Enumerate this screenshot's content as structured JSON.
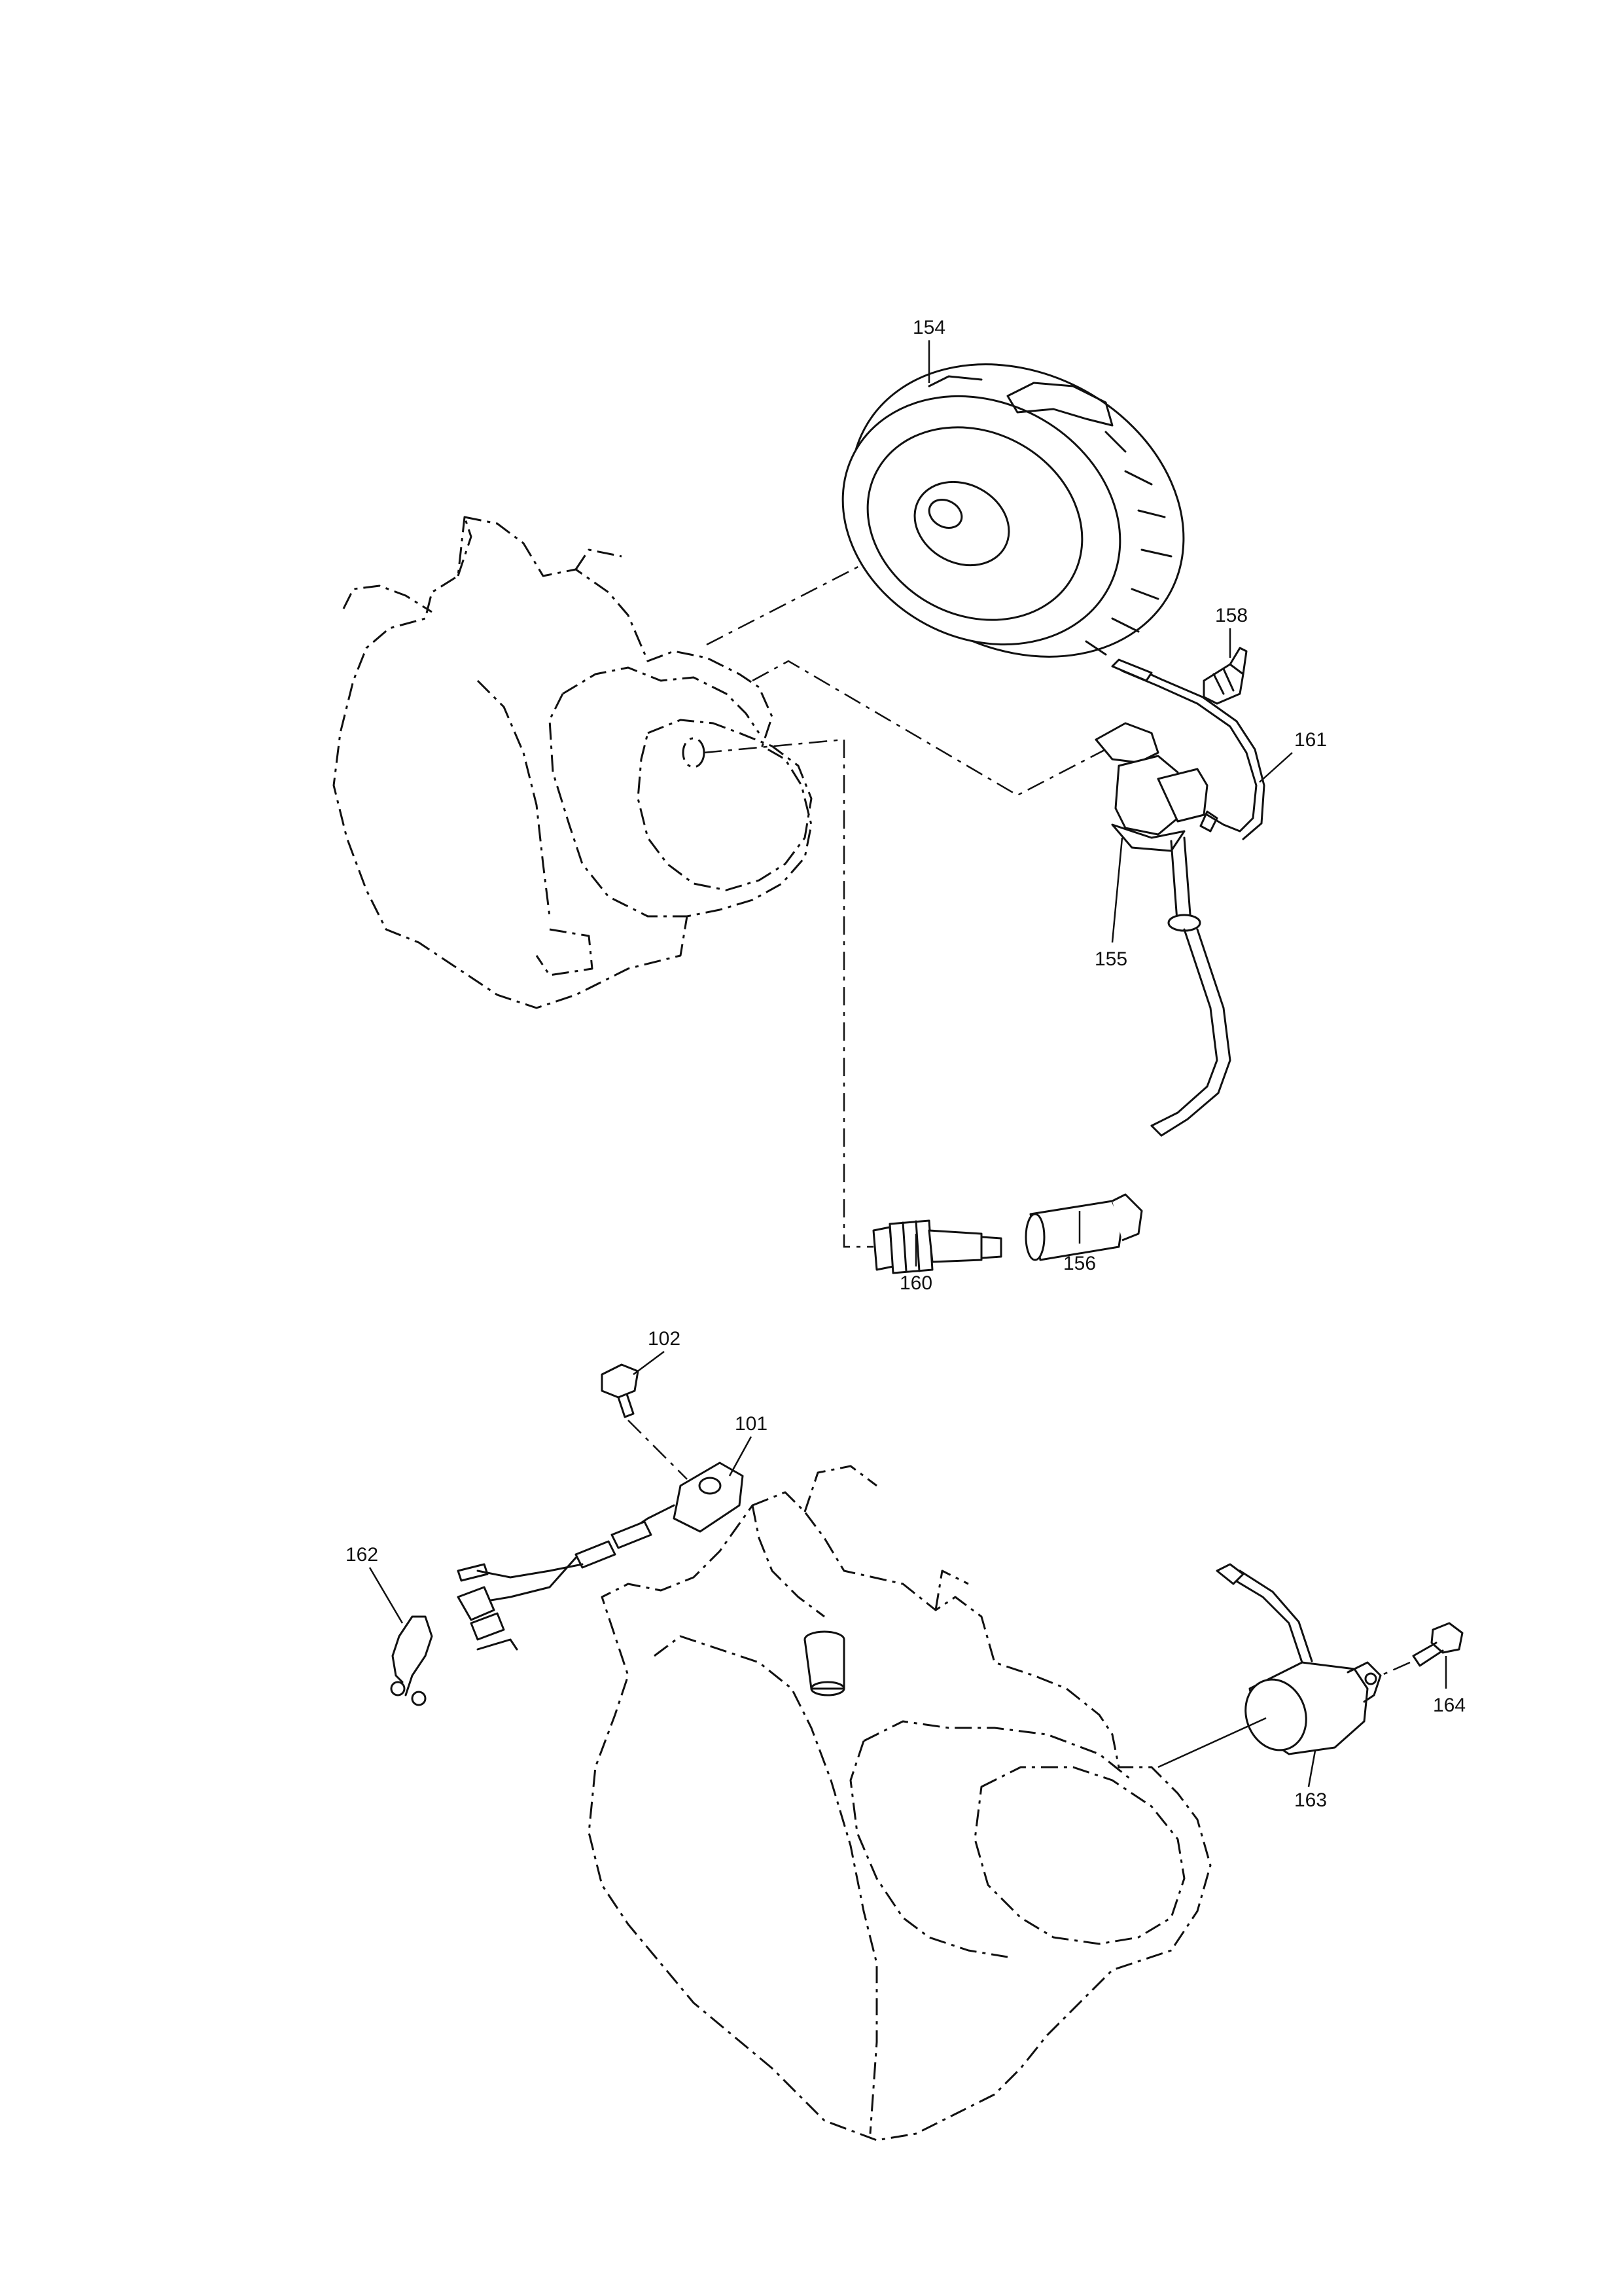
{
  "callouts": {
    "c154": "154",
    "c158": "158",
    "c161": "161",
    "c155": "155",
    "c160": "160",
    "c156": "156",
    "c102": "102",
    "c101": "101",
    "c162": "162",
    "c163": "163",
    "c164": "164"
  }
}
